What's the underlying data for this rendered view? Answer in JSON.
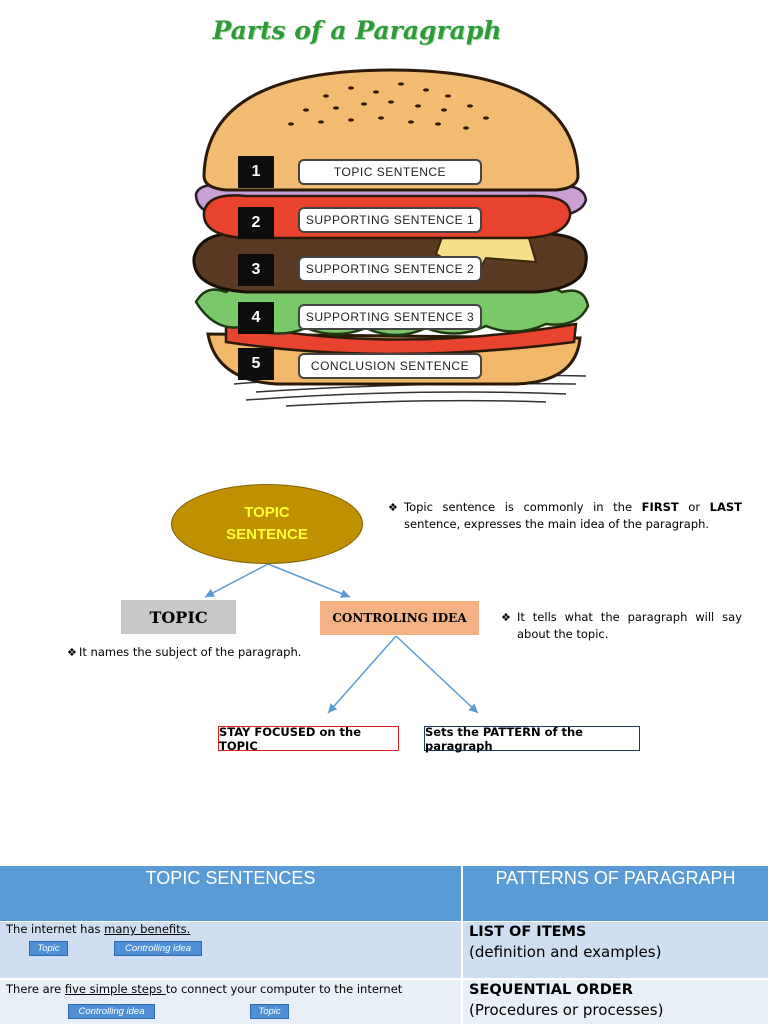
{
  "burger": {
    "title": "Parts of a Paragraph",
    "layers": [
      {
        "number": "1",
        "label": "TOPIC SENTENCE"
      },
      {
        "number": "2",
        "label": "SUPPORTING SENTENCE 1"
      },
      {
        "number": "3",
        "label": "SUPPORTING SENTENCE 2"
      },
      {
        "number": "4",
        "label": "SUPPORTING SENTENCE 3"
      },
      {
        "number": "5",
        "label": "CONCLUSION SENTENCE"
      }
    ]
  },
  "diagram": {
    "ellipse_line1": "TOPIC",
    "ellipse_line2": "SENTENCE",
    "note_topic_sentence_1": "Topic sentence is commonly in the ",
    "note_topic_sentence_first": "FIRST",
    "note_topic_sentence_or": " or ",
    "note_topic_sentence_last": "LAST",
    "note_topic_sentence_2": " sentence, expresses the main idea of the paragraph.",
    "topic_label": "TOPIC",
    "controlling_label": "CONTROLING IDEA",
    "note_controlling": "It tells what the paragraph will say about the topic.",
    "note_topic": "It names the subject of the paragraph.",
    "stay_focused": "STAY FOCUSED on the TOPIC",
    "sets_pattern": "Sets the PATTERN of the paragraph",
    "bullet": "❖"
  },
  "table": {
    "headers": [
      "TOPIC SENTENCES",
      "PATTERNS OF PARAGRAPH"
    ],
    "row1": {
      "sentence_a": "The internet   has   ",
      "sentence_b": "many benefits.",
      "tag_topic": "Topic",
      "tag_controlling": "Controlling idea",
      "pattern_bold": "LIST OF ITEMS",
      "pattern_sub": "(definition and examples)"
    },
    "row2": {
      "sentence_a": "There are ",
      "sentence_b": "five simple steps ",
      "sentence_c": "to connect your computer to the internet",
      "tag_controlling": "Controlling idea",
      "tag_topic": "Topic",
      "pattern_bold": "SEQUENTIAL ORDER",
      "pattern_sub": "(Procedures or processes)"
    }
  },
  "colors": {
    "title_green": "#2f9a3a",
    "ellipse_gold": "#bf9000",
    "ellipse_text": "#ffff33",
    "topic_gray": "#c8c8c8",
    "controlling_peach": "#f4b183",
    "stay_border_red": "#e02020",
    "sets_border_navy": "#1f3864",
    "arrow_blue": "#5b9bd5",
    "table_header": "#5b9bd5"
  }
}
